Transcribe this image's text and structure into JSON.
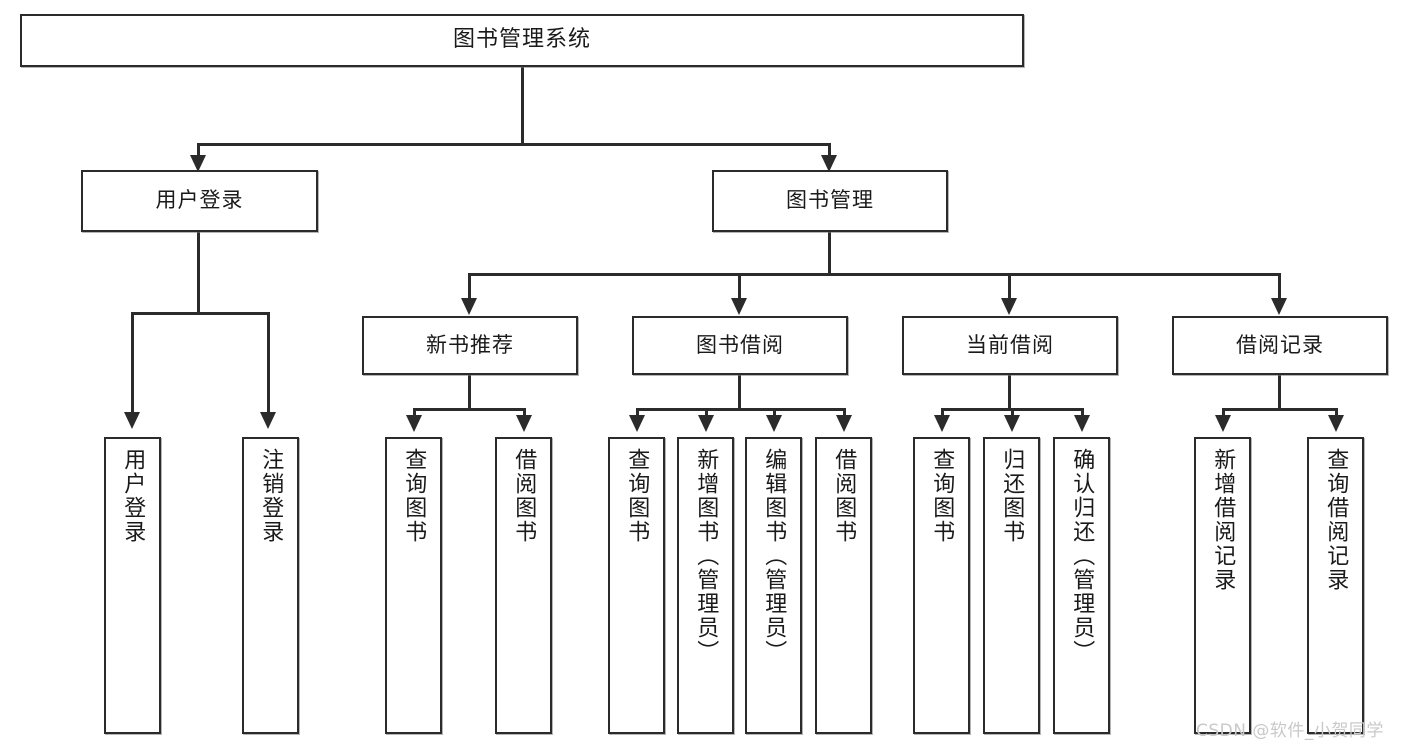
{
  "diagram": {
    "title": "图书管理系统",
    "type": "tree-hierarchy-chart",
    "root": {
      "id": "root",
      "label": "图书管理系统"
    },
    "level2": [
      {
        "id": "user-login",
        "label": "用户登录"
      },
      {
        "id": "book-manage",
        "label": "图书管理"
      }
    ],
    "level3": [
      {
        "id": "new-book-recommend",
        "label": "新书推荐"
      },
      {
        "id": "book-borrow",
        "label": "图书借阅"
      },
      {
        "id": "current-borrow",
        "label": "当前借阅"
      },
      {
        "id": "borrow-record",
        "label": "借阅记录"
      }
    ],
    "leaves": [
      {
        "id": "leaf-user-login",
        "label": "用户登录",
        "parent": "用户登录"
      },
      {
        "id": "leaf-logout",
        "label": "注销登录",
        "parent": "用户登录"
      },
      {
        "id": "leaf-query-book-1",
        "label": "查询图书",
        "parent": "新书推荐"
      },
      {
        "id": "leaf-borrow-book-1",
        "label": "借阅图书",
        "parent": "新书推荐"
      },
      {
        "id": "leaf-query-book-2",
        "label": "查询图书",
        "parent": "图书借阅"
      },
      {
        "id": "leaf-add-book",
        "label": "新增图书（管理员）",
        "parent": "图书借阅"
      },
      {
        "id": "leaf-edit-book",
        "label": "编辑图书（管理员）",
        "parent": "图书借阅"
      },
      {
        "id": "leaf-borrow-book-2",
        "label": "借阅图书",
        "parent": "图书借阅"
      },
      {
        "id": "leaf-query-book-3",
        "label": "查询图书",
        "parent": "当前借阅"
      },
      {
        "id": "leaf-return-book",
        "label": "归还图书",
        "parent": "当前借阅"
      },
      {
        "id": "leaf-confirm-return",
        "label": "确认归还（管理员）",
        "parent": "当前借阅"
      },
      {
        "id": "leaf-add-record",
        "label": "新增借阅记录",
        "parent": "借阅记录"
      },
      {
        "id": "leaf-query-record",
        "label": "查询借阅记录",
        "parent": "借阅记录"
      }
    ]
  },
  "watermark": {
    "text": "CSDN @软件_小贺同学"
  },
  "colors": {
    "stroke": "#2b2b2b",
    "fill": "#ffffff",
    "text": "#1a1a1a",
    "watermark": "#c9c9c9"
  }
}
